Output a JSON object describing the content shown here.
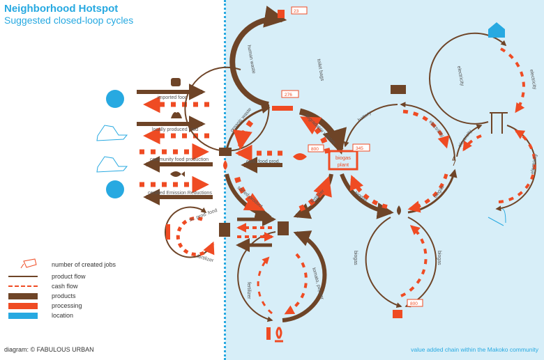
{
  "header": {
    "title": "Neighborhood Hotspot",
    "subtitle": "Suggested closed-loop cycles"
  },
  "colors": {
    "product": "#6e4427",
    "cash": "#ef4b23",
    "location": "#27a9e1",
    "background": "#d7eef8"
  },
  "left_flows": [
    "imported food",
    "locally produced food",
    "community food production",
    "certified Emission Reductions"
  ],
  "loop_labels": {
    "human_waste": "human waste",
    "toilet_bags": "toilet bags",
    "organic_waste": "organic waste",
    "degradable_wastes": "degradable wastes",
    "com_food_prod": "com. food prod.",
    "sorted_product": "sorted product",
    "fertilizer_1": "fertilizer",
    "fertilizer_2": "fertilizer",
    "fertilizer_3": "fertilizer",
    "sc_prod_food": "sc. prod. food",
    "tomato_pepper": "tomato, pepper",
    "battery": "battery",
    "electricity_1": "electricity",
    "electricity_2": "electricity",
    "electricity_3": "electricity",
    "electricity_4": "electricity",
    "electricity_5": "electricity",
    "biogas_1": "biogas",
    "biogas_2": "biogas",
    "biogas_3": "biogas",
    "biogas_4": "biogas"
  },
  "biogas_plant": {
    "line1": "biogas",
    "line2": "plant"
  },
  "job_tags": {
    "toilet": "23",
    "boat": "276",
    "fish": "800",
    "biogas_plant": "345",
    "cooking": "800"
  },
  "legend": {
    "jobs": "number of created jobs",
    "product_flow": "product flow",
    "cash_flow": "cash flow",
    "products": "products",
    "processing": "processing",
    "location": "location"
  },
  "footer": {
    "credit": "diagram: © FABULOUS URBAN",
    "note": "value added chain within the Makoko community"
  }
}
